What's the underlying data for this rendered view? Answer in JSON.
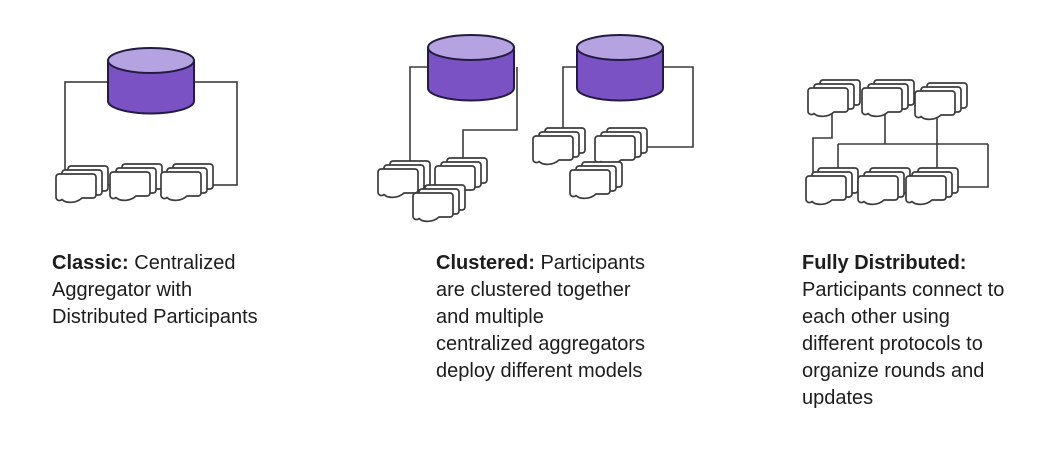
{
  "colors": {
    "background": "#ffffff",
    "aggregator_body": "#7a52c4",
    "aggregator_top": "#b5a3e1",
    "aggregator_outline": "#241b42",
    "connector_line": "#3b3b3b",
    "participant_fill": "#ffffff",
    "participant_outline": "#3c3c3c",
    "text": "#1d1d1d"
  },
  "icons": {
    "aggregator": "database-cylinder-icon",
    "participant": "document-stack-icon"
  },
  "panels": [
    {
      "name": "Classic",
      "aggregator_count": 1,
      "participant_count": 3,
      "caption": [
        {
          "b": "Classic:",
          "t": " Centralized"
        },
        {
          "b": "",
          "t": "Aggregator with"
        },
        {
          "b": "",
          "t": "Distributed Participants"
        }
      ]
    },
    {
      "name": "Clustered",
      "aggregator_count": 2,
      "participant_count": 6,
      "caption": [
        {
          "b": "Clustered:",
          "t": " Participants"
        },
        {
          "b": "",
          "t": "are clustered together"
        },
        {
          "b": "",
          "t": "and multiple"
        },
        {
          "b": "",
          "t": "centralized aggregators"
        },
        {
          "b": "",
          "t": "deploy different models"
        }
      ]
    },
    {
      "name": "Fully Distributed",
      "aggregator_count": 0,
      "participant_count": 6,
      "caption": [
        {
          "b": "Fully Distributed:",
          "t": ""
        },
        {
          "b": "",
          "t": "Participants connect to"
        },
        {
          "b": "",
          "t": "each other using"
        },
        {
          "b": "",
          "t": "different protocols to"
        },
        {
          "b": "",
          "t": "organize rounds and"
        },
        {
          "b": "",
          "t": "updates"
        }
      ]
    }
  ]
}
